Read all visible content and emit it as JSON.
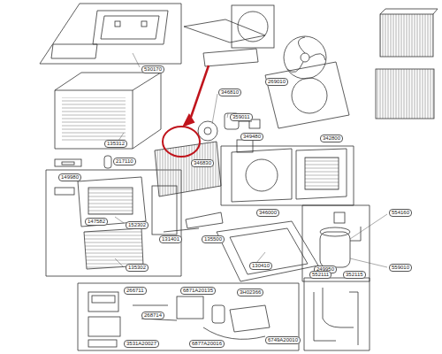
{
  "diagram": {
    "labels": [
      "530170",
      "346810",
      "359011",
      "346830",
      "349480",
      "269010",
      "135312",
      "217110",
      "147582",
      "152302",
      "135302",
      "131401",
      "135500",
      "346000",
      "130410",
      "249950",
      "554160",
      "559010",
      "552111",
      "352115",
      "342800",
      "266711",
      "268714",
      "6871A20135",
      "3H02366",
      "6749A20010",
      "6877A20016",
      "3531A20027",
      "149980"
    ]
  }
}
